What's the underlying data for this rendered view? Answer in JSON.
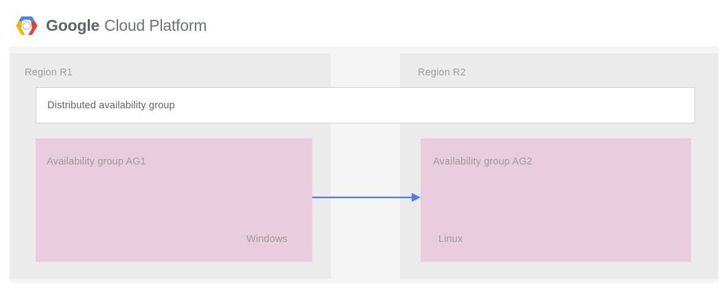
{
  "brand": {
    "logo_icon": "google-cloud-platform-hexagon-logo",
    "name_bold": "Google",
    "name_regular": "Cloud Platform",
    "logo_colors": {
      "blue": "#4285f4",
      "red": "#db4437",
      "yellow": "#f4b400",
      "center": "#f1f1f1"
    },
    "text_color": "#5f6368"
  },
  "diagram": {
    "background": "#f5f5f5",
    "regions": [
      {
        "id": "r1",
        "label": "Region R1",
        "background": "#ebebeb",
        "availability_group": {
          "title": "Availability group AG1",
          "os": "Windows",
          "background": "#e9cddc"
        }
      },
      {
        "id": "r2",
        "label": "Region R2",
        "background": "#ebebeb",
        "availability_group": {
          "title": "Availability group AG2",
          "os": "Linux",
          "background": "#e9cddc"
        }
      }
    ],
    "distributed_group": {
      "label": "Distributed availability group",
      "background": "#ffffff",
      "border_color": "#cfcfcf"
    },
    "replication_arrow": {
      "icon": "right-arrow-icon",
      "direction": "right",
      "color": "#4a7fe8",
      "from": "Availability group AG1",
      "to": "Availability group AG2"
    }
  }
}
